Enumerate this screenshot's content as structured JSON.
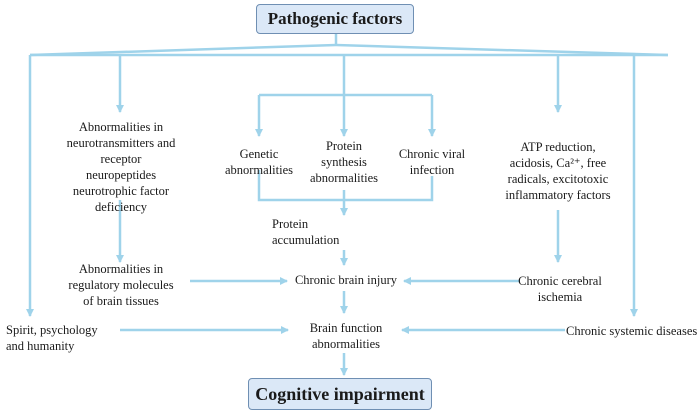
{
  "title": "Pathogenic factors",
  "outcome": "Cognitive impairment",
  "nodes": {
    "neuro": "Abnormalities in\nneurotransmitters and receptor\nneuropeptides\nneurotrophic factor deficiency",
    "genetic": "Genetic\nabnormalities",
    "protein_synth": "Protein\nsynthesis\nabnormalities",
    "viral": "Chronic viral\ninfection",
    "atp": "ATP reduction,\nacidosis, Ca²⁺, free\nradicals, excitotoxic\ninflammatory factors",
    "protein_acc": "Protein\naccumulation",
    "regulatory": "Abnormalities in\nregulatory molecules\nof brain tissues",
    "brain_injury": "Chronic brain injury",
    "ischemia": "Chronic cerebral\nischemia",
    "spirit": "Spirit, psychology\nand humanity",
    "brain_function": "Brain function\nabnormalities",
    "systemic": "Chronic systemic diseases"
  },
  "colors": {
    "arrow": "#9fd3ea",
    "box_fill": "#dbe8f7",
    "box_border": "#6f8fb3"
  }
}
